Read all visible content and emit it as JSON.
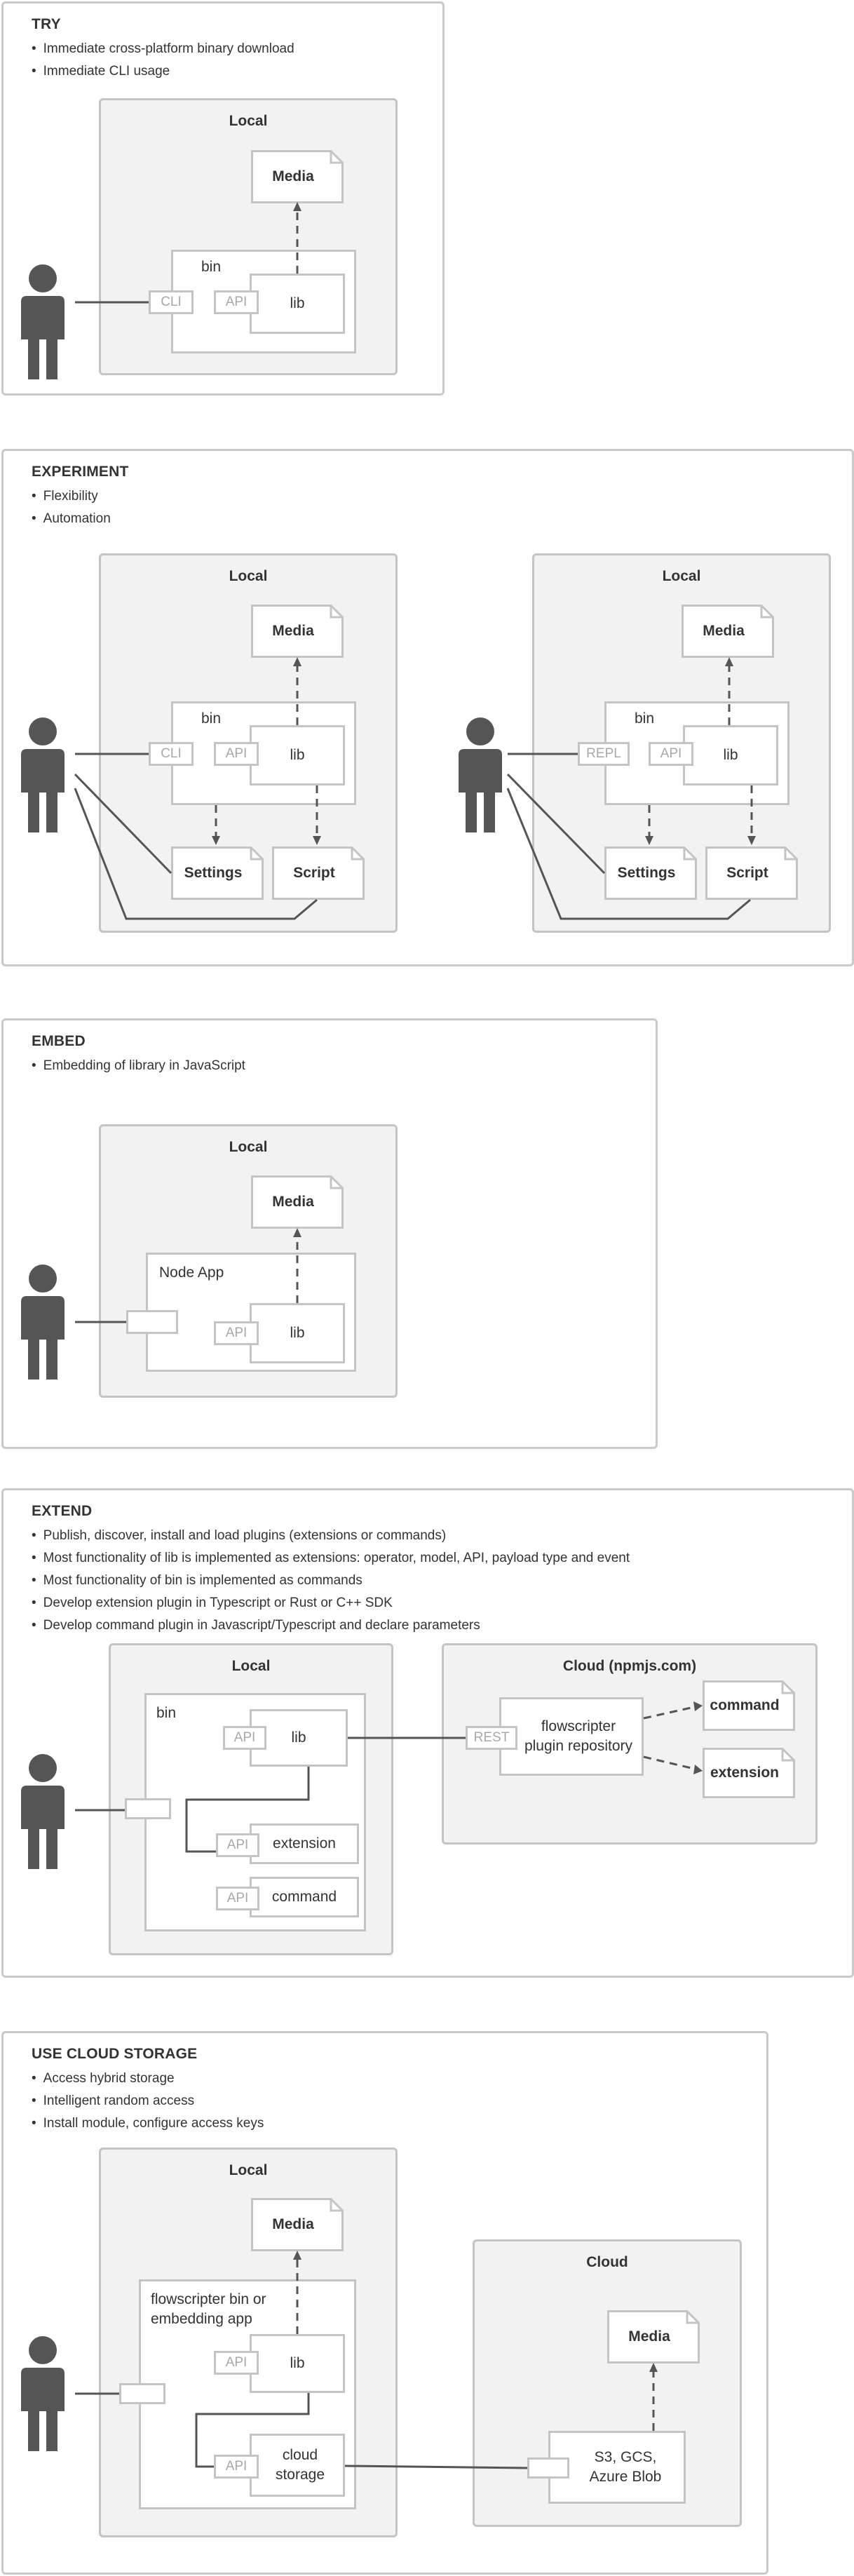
{
  "try": {
    "title": "TRY",
    "bullets": [
      "Immediate cross-platform binary download",
      "Immediate CLI usage"
    ],
    "local": "Local",
    "media": "Media",
    "bin": "bin",
    "cli": "CLI",
    "api": "API",
    "lib": "lib"
  },
  "experiment": {
    "title": "EXPERIMENT",
    "bullets": [
      "Flexibility",
      "Automation"
    ],
    "left": {
      "local": "Local",
      "media": "Media",
      "bin": "bin",
      "port": "CLI",
      "api": "API",
      "lib": "lib",
      "settings": "Settings",
      "script": "Script"
    },
    "right": {
      "local": "Local",
      "media": "Media",
      "bin": "bin",
      "port": "REPL",
      "api": "API",
      "lib": "lib",
      "settings": "Settings",
      "script": "Script"
    }
  },
  "embed": {
    "title": "EMBED",
    "bullets": [
      "Embedding of library in JavaScript"
    ],
    "local": "Local",
    "media": "Media",
    "node_app": "Node App",
    "api": "API",
    "lib": "lib"
  },
  "extend": {
    "title": "EXTEND",
    "bullets": [
      "Publish, discover, install and load plugins (extensions or commands)",
      "Most functionality of lib is implemented as extensions: operator, model, API, payload type and event",
      "Most functionality of bin is implemented as commands",
      "Develop extension plugin in Typescript or Rust or C++ SDK",
      "Develop command plugin in Javascript/Typescript and declare parameters"
    ],
    "local": "Local",
    "cloud": "Cloud (npmjs.com)",
    "bin": "bin",
    "api": "API",
    "lib": "lib",
    "extension": "extension",
    "command": "command",
    "rest": "REST",
    "repository": "flowscripter plugin repository",
    "doc_command": "command",
    "doc_extension": "extension"
  },
  "cloud_storage": {
    "title": "USE CLOUD STORAGE",
    "bullets": [
      "Access hybrid storage",
      "Intelligent random access",
      "Install module, configure access keys"
    ],
    "local": "Local",
    "cloud": "Cloud",
    "media": "Media",
    "cloud_media": "Media",
    "app": "flowscripter bin or embedding app",
    "api": "API",
    "lib": "lib",
    "storage": "cloud storage",
    "s3": "S3, GCS, Azure Blob"
  },
  "colors": {
    "border": "#c4c4c4",
    "zone_fill": "#f2f2f2",
    "line": "#555555",
    "person": "#555555",
    "port_text": "#a8a8a8"
  }
}
